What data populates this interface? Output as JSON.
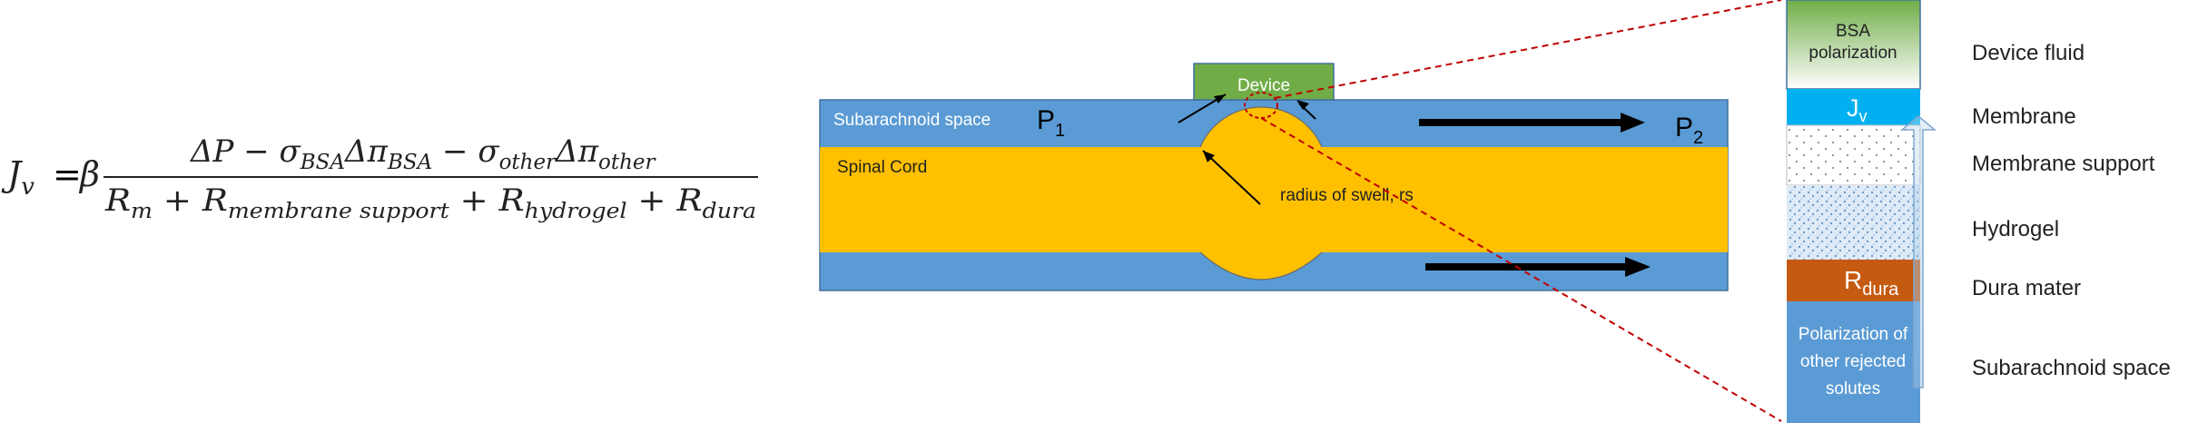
{
  "equation": {
    "lhs_base": "J",
    "lhs_sub": "v",
    "eq_sign": "=",
    "beta": "β",
    "num_dp": "ΔP −",
    "num_sigma1": "σ",
    "num_sigma1_sub": "BSA",
    "num_dpi1": "Δπ",
    "num_dpi1_sub": "BSA",
    "num_minus": "−",
    "num_sigma2": "σ",
    "num_sigma2_sub": "other",
    "num_dpi2": "Δπ",
    "num_dpi2_sub": "other",
    "den_r1": "R",
    "den_r1_sub": "m",
    "plus1": "+",
    "den_r2": "R",
    "den_r2_sub": "membrane support",
    "plus2": "+",
    "den_r3": "R",
    "den_r3_sub": "hydrogel",
    "plus3": "+",
    "den_r4": "R",
    "den_r4_sub": "dura"
  },
  "cross_section": {
    "subarachnoid_label": "Subarachnoid space",
    "spinal_cord_label": "Spinal Cord",
    "device_label": "Device",
    "p1": "P",
    "p1_sub": "1",
    "p2": "P",
    "p2_sub": "2",
    "swell_label": "radius of swell, rs"
  },
  "layers": {
    "bsa_label": "BSA polarization",
    "jv": "J",
    "jv_sub": "v",
    "rdura": "R",
    "rdura_sub": "dura",
    "polarization_label": "Polarization of other rejected solutes"
  },
  "layer_labels": {
    "device_fluid": "Device fluid",
    "membrane": "Membrane",
    "membrane_support": "Membrane support",
    "hydrogel": "Hydrogel",
    "dura_mater": "Dura mater",
    "subarachnoid_space": "Subarachnoid space"
  },
  "colors": {
    "csf_blue": "#5B9BD5",
    "cord_yellow": "#FFC000",
    "device_green": "#70AD47",
    "membrane_cyan": "#00B0F0",
    "dura_orange": "#C55A11",
    "callout_red": "#C00000",
    "arrow_black": "#000000"
  }
}
